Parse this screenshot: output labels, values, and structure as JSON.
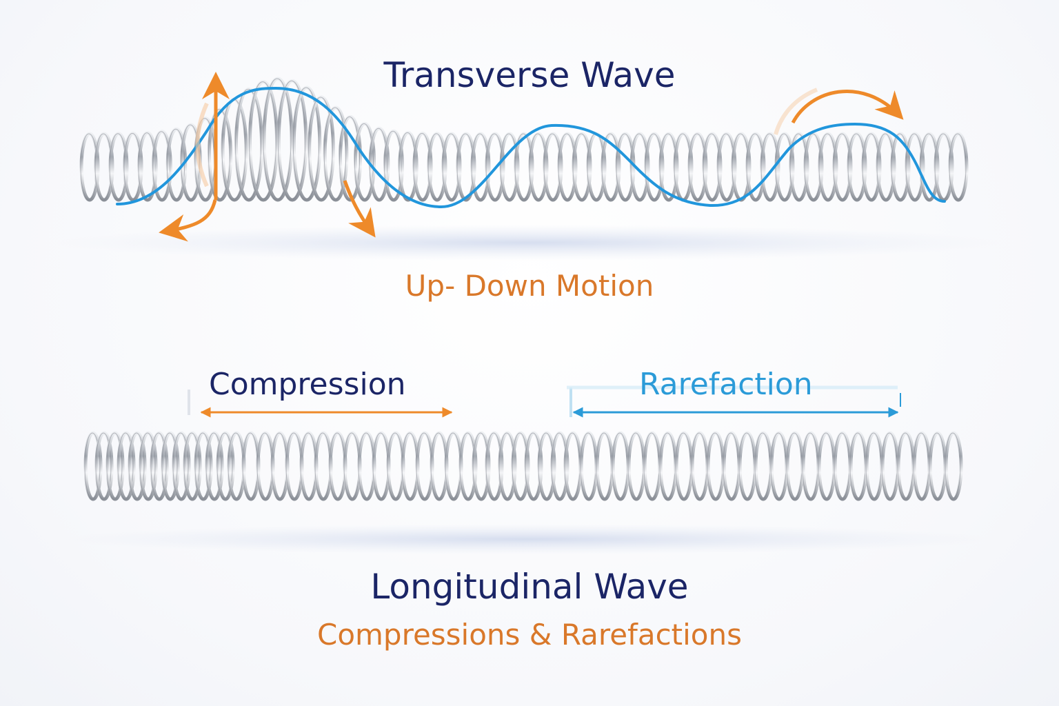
{
  "transverse": {
    "title": "Transverse Wave",
    "subtitle": "Up- Down Motion"
  },
  "longitudinal": {
    "title": "Longitudinal Wave",
    "subtitle": "Compressions & Rarefactions",
    "compression_label": "Compression",
    "rarefaction_label": "Rarefaction"
  },
  "colors": {
    "title_navy": "#1b2566",
    "accent_orange": "#d9782a",
    "arrow_orange": "#ee8a2a",
    "wave_blue": "#2196dc",
    "rarefaction_blue": "#2b9bd8",
    "coil_steel": "#a9aeb6"
  }
}
